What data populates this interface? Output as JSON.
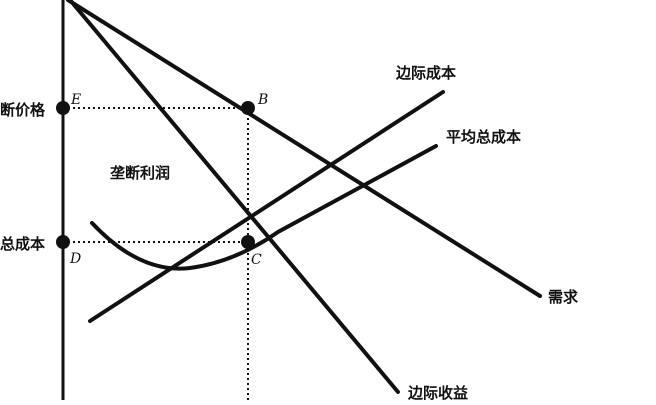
{
  "labels": {
    "marginal_cost": "边际成本",
    "average_total_cost": "平均总成本",
    "demand": "需求",
    "marginal_revenue": "边际收益",
    "monopoly_profit": "垄断利润",
    "price": "断价格",
    "cost": "总成本"
  },
  "points": {
    "e": "E",
    "b": "B",
    "d": "D",
    "c": "C"
  },
  "colors": {
    "ink": "#111111",
    "background": "#ffffff"
  }
}
